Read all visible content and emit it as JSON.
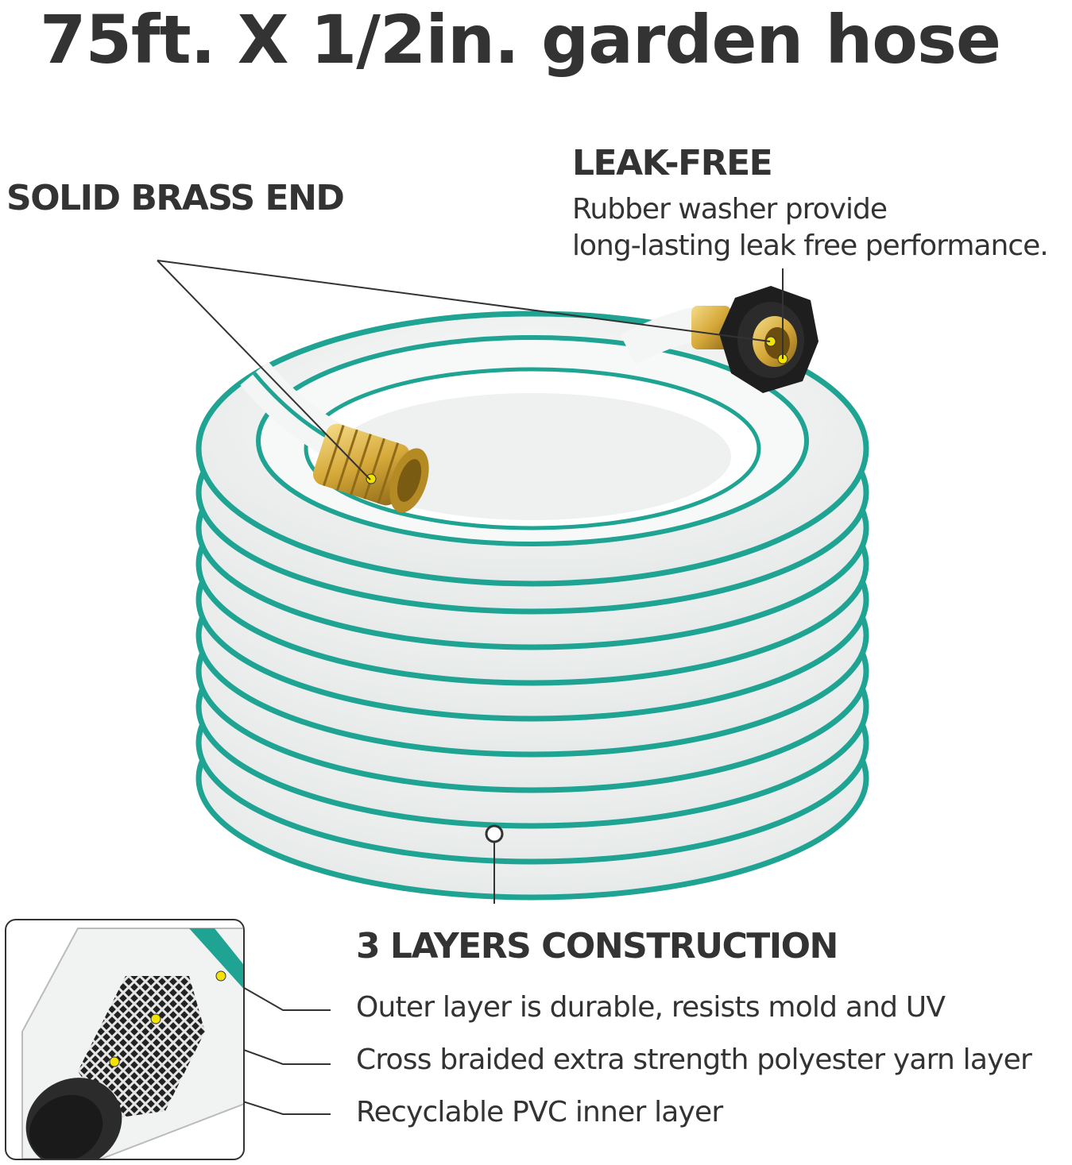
{
  "title": "75ft. X 1/2in. garden hose",
  "callouts": {
    "brass": {
      "heading": "SOLID BRASS END"
    },
    "leak": {
      "heading": "LEAK-FREE",
      "line1": "Rubber washer provide",
      "line2": "long-lasting leak free performance."
    }
  },
  "construction": {
    "heading": "3 LAYERS CONSTRUCTION",
    "layers": [
      "Outer layer is durable, resists mold and UV",
      "Cross braided extra strength polyester yarn layer",
      "Recyclable PVC inner layer"
    ]
  },
  "colors": {
    "text": "#333333",
    "hose_white": "#f4f6f5",
    "hose_stripe": "#1fa392",
    "brass": "#d6a93a",
    "connector": "#1e1e1e",
    "marker": "#f2e400"
  },
  "icons": [
    "brass-fitting-icon",
    "swivel-connector-icon",
    "hose-cross-section-icon"
  ]
}
